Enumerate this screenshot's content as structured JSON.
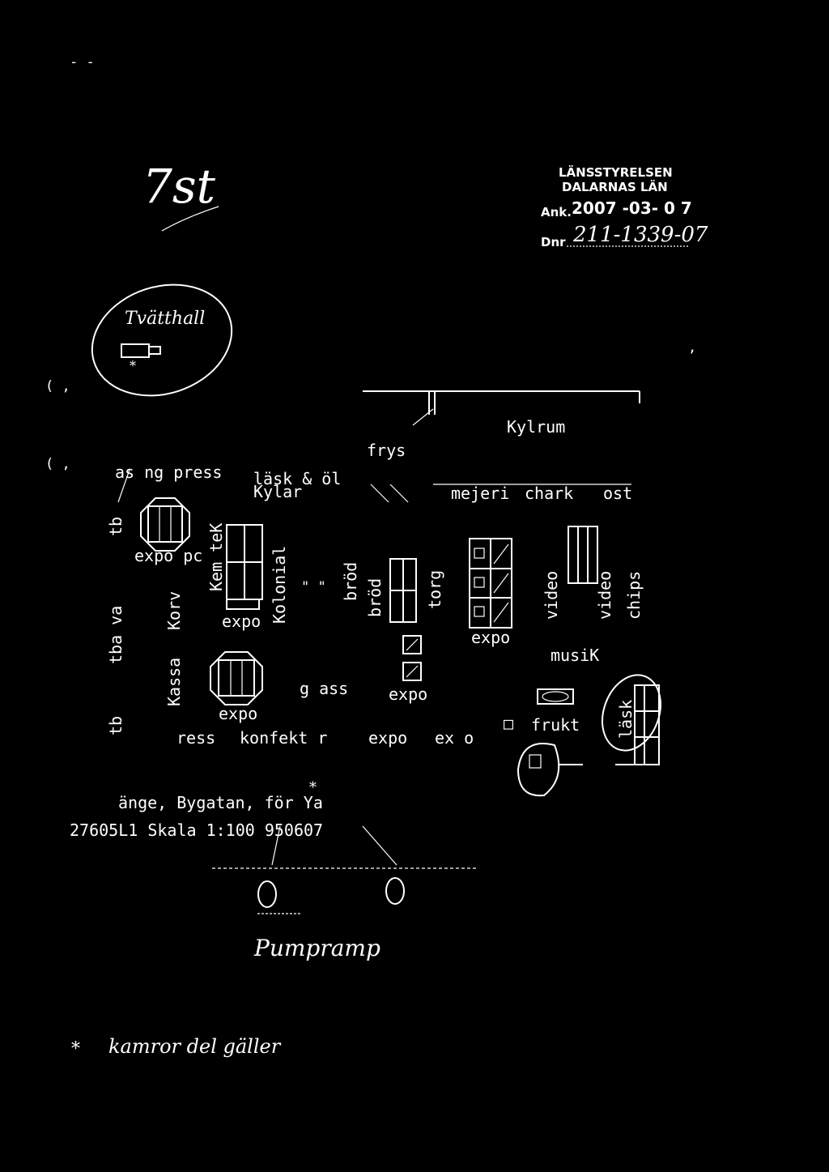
{
  "stamp": {
    "agency_line1": "LÄNSSTYRELSEN",
    "agency_line2": "DALARNAS LÄN",
    "ank_label": "Ank.",
    "date": "2007 -03- 0 7",
    "dnr_label": "Dnr",
    "dnr_value": "211-1339-07"
  },
  "handwritten": {
    "top_mark": "7st",
    "tvatthall": "Tvätthall",
    "pumpramp": "Pumpramp",
    "footnote": "kamror del gäller"
  },
  "rooms": {
    "kylrum": "Kylrum",
    "frys": "frys",
    "mejeri": "mejeri",
    "chark": "chark",
    "ost": "ost"
  },
  "labels": {
    "tidning_press": "as  ng press",
    "lask_ol": "läsk & öl",
    "kylar": "Kylar",
    "tb1": "tb",
    "tbava": "tba  va",
    "tb2": "tb",
    "expo_pc": "expo pc",
    "kemtek": "Kem teK",
    "kolonial": "Kolonial",
    "brod1": "bröd",
    "brod2": "bröd",
    "torg": "torg",
    "korv": "Korv",
    "kassa": "Kassa",
    "expo_1": "expo",
    "expo_2": "expo",
    "expo_3": "expo",
    "expo_4": "expo",
    "glass": "g ass",
    "press": "ress",
    "konfekt": "konfekt r",
    "expo_5": "expo",
    "expo_6": "ex o",
    "video1": "video",
    "video2": "video",
    "chips": "chips",
    "musik": "musiK",
    "frukt": "frukt",
    "lask2": "läsk"
  },
  "caption": {
    "line1": "änge, Bygatan, för  Ya",
    "line2": "27605L1  Skala 1:100  950607"
  }
}
